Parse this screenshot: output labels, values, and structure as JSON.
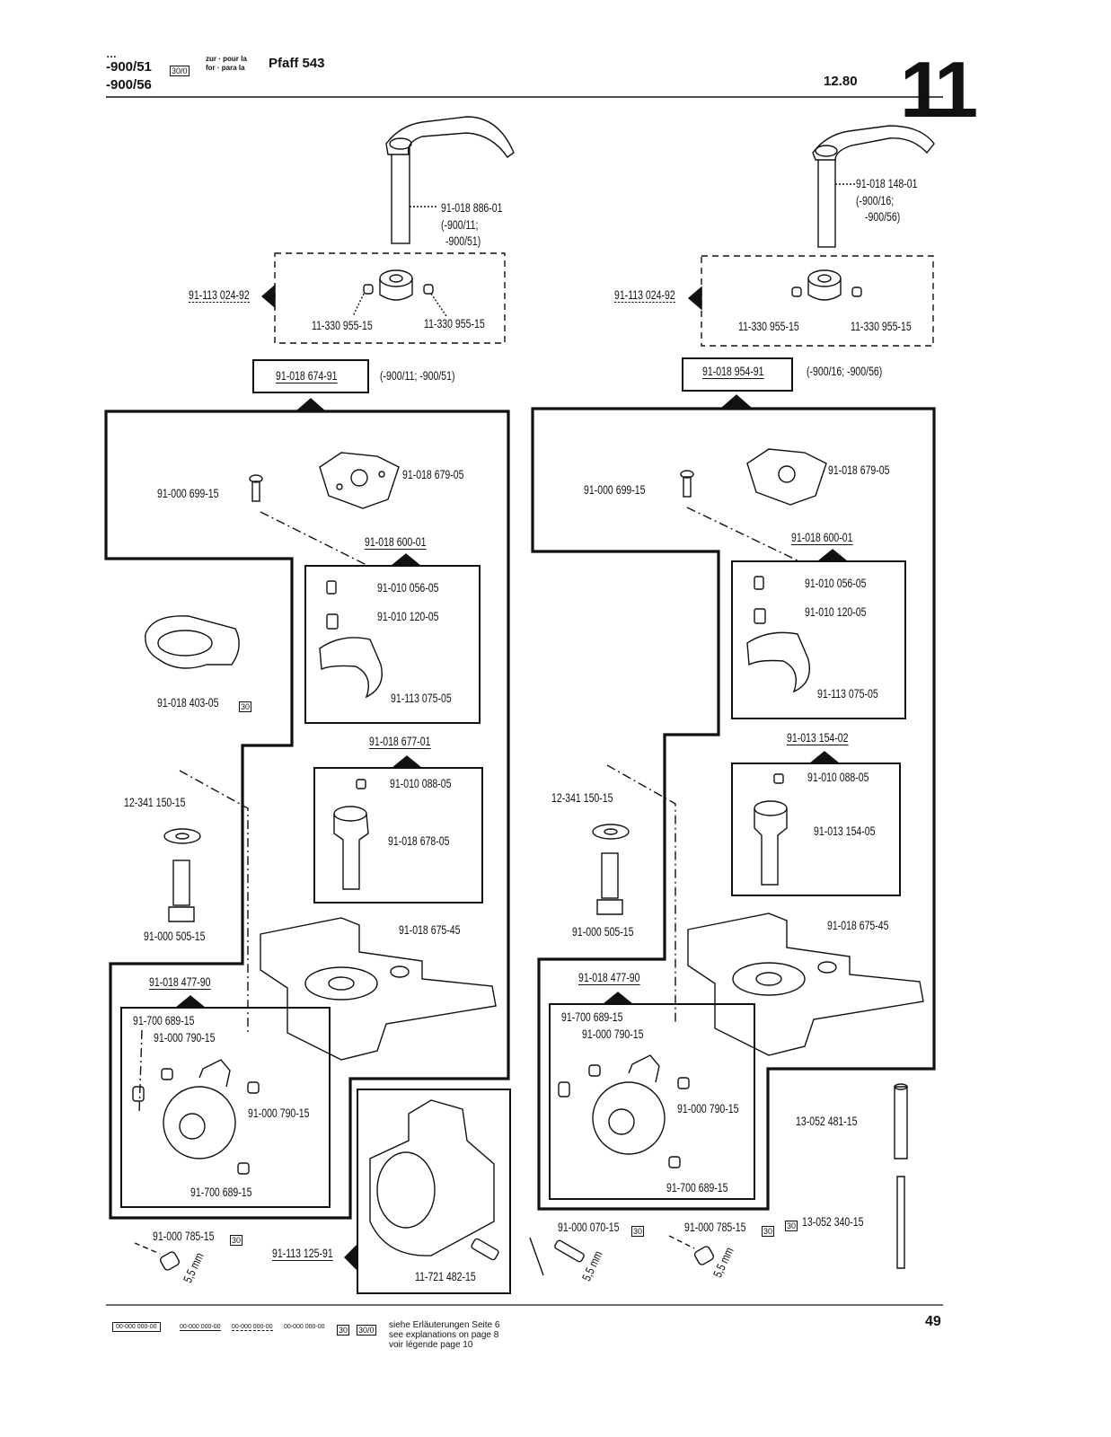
{
  "header": {
    "models": [
      "-900/51",
      "-900/56"
    ],
    "model_top_partial": "…",
    "badge": "30/0",
    "for_labels": [
      "zur · pour la",
      "for · para la"
    ],
    "machine": "Pfaff 543",
    "date": "12.80",
    "section": "11"
  },
  "left": {
    "top_part": "91-018 886-01",
    "top_variants": [
      "(-900/11;",
      "-900/51)"
    ],
    "collar_group": "91-113 024-92",
    "screw_a": "11-330 955-15",
    "screw_b": "11-330 955-15",
    "assembly": "91-018 674-91",
    "assembly_variants": "(-900/11; -900/51)",
    "screw_699": "91-000 699-15",
    "plate_679": "91-018 679-05",
    "sub_600": "91-018 600-01",
    "p056": "91-010 056-05",
    "p120": "91-010 120-05",
    "p075": "91-113 075-05",
    "ring_403": "91-018 403-05",
    "sub_677": "91-018 677-01",
    "p088": "91-010 088-05",
    "p678": "91-018 678-05",
    "washer": "12-341 150-15",
    "bolt_505": "91-000 505-15",
    "bracket_675": "91-018 675-45",
    "sub_477": "91-018 477-90",
    "set_689a": "91-700 689-15",
    "set_790a": "91-000 790-15",
    "set_790b": "91-000 790-15",
    "set_689b": "91-700 689-15",
    "screw_785": "91-000 785-15",
    "mm": "5,5 mm"
  },
  "center": {
    "housing": "91-113 125-91",
    "screw_482": "11-721 482-15",
    "screw_070": "91-000 070-15",
    "mm": "5,5 mm"
  },
  "right": {
    "top_part": "91-018 148-01",
    "top_variants": [
      "(-900/16;",
      "-900/56)"
    ],
    "collar_group": "91-113 024-92",
    "screw_a": "11-330 955-15",
    "screw_b": "11-330 955-15",
    "assembly": "91-018 954-91",
    "assembly_variants": "(-900/16; -900/56)",
    "screw_699": "91-000 699-15",
    "plate_679": "91-018 679-05",
    "sub_600": "91-018 600-01",
    "p056": "91-010 056-05",
    "p120": "91-010 120-05",
    "p075": "91-113 075-05",
    "sub_154": "91-013 154-02",
    "p088": "91-010 088-05",
    "p154": "91-013 154-05",
    "washer": "12-341 150-15",
    "bolt_505": "91-000 505-15",
    "bracket_675": "91-018 675-45",
    "sub_477": "91-018 477-90",
    "set_689a": "91-700 689-15",
    "set_790a": "91-000 790-15",
    "set_790b": "91-000 790-15",
    "set_689b": "91-700 689-15",
    "screw_785": "91-000 785-15",
    "pin_481": "13-052 481-15",
    "pin_340": "13-052 340-15",
    "mm": "5,5 mm"
  },
  "footer": {
    "legend_codes": [
      "00-000 000-00",
      "00-000 000-00",
      "00-000 000-00",
      "00-000 000-00"
    ],
    "badge30": "30",
    "badge300": "30/0",
    "notes": [
      "siehe Erläuterungen Seite 6",
      "see explanations on page 8",
      "voir légende page 10"
    ],
    "page_number": "49"
  }
}
